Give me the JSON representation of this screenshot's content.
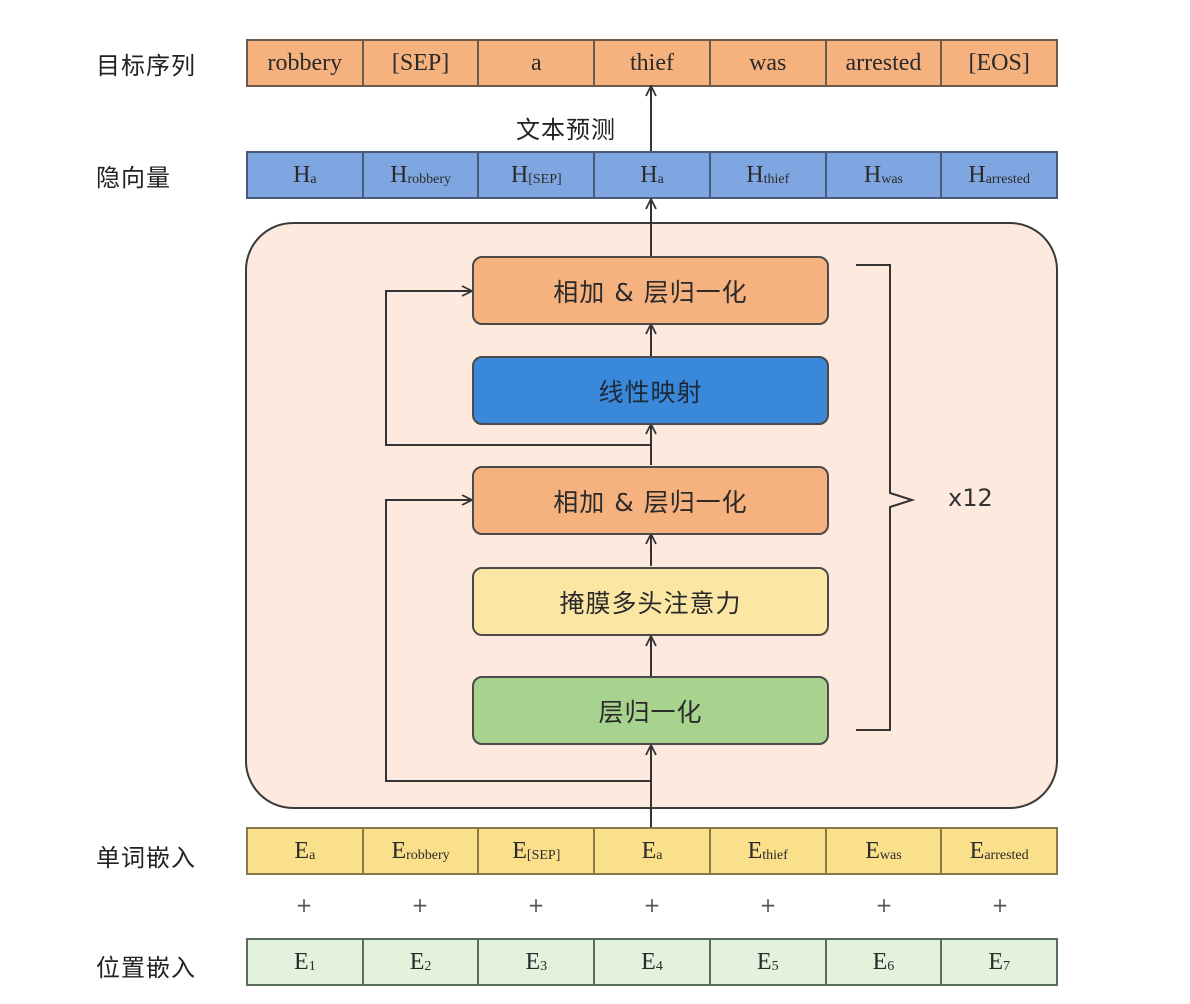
{
  "labels": {
    "target": "目标序列",
    "hidden": "隐向量",
    "word_embed": "单词嵌入",
    "pos_embed": "位置嵌入",
    "text_predict": "文本预测",
    "repeat": "x12"
  },
  "target_tokens": [
    "robbery",
    "[SEP]",
    "a",
    "thief",
    "was",
    "arrested",
    "[EOS]"
  ],
  "hidden_vectors": [
    {
      "base": "H",
      "sub": "a"
    },
    {
      "base": "H",
      "sub": "robbery"
    },
    {
      "base": "H",
      "sub": "[SEP]"
    },
    {
      "base": "H",
      "sub": "a"
    },
    {
      "base": "H",
      "sub": "thief"
    },
    {
      "base": "H",
      "sub": "was"
    },
    {
      "base": "H",
      "sub": "arrested"
    }
  ],
  "word_embeddings": [
    {
      "base": "E",
      "sub": "a"
    },
    {
      "base": "E",
      "sub": "robbery"
    },
    {
      "base": "E",
      "sub": "[SEP]"
    },
    {
      "base": "E",
      "sub": "a"
    },
    {
      "base": "E",
      "sub": "thief"
    },
    {
      "base": "E",
      "sub": "was"
    },
    {
      "base": "E",
      "sub": "arrested"
    }
  ],
  "position_embeddings": [
    {
      "base": "E",
      "sub": "1"
    },
    {
      "base": "E",
      "sub": "2"
    },
    {
      "base": "E",
      "sub": "3"
    },
    {
      "base": "E",
      "sub": "4"
    },
    {
      "base": "E",
      "sub": "5"
    },
    {
      "base": "E",
      "sub": "6"
    },
    {
      "base": "E",
      "sub": "7"
    }
  ],
  "plus_sign": "+",
  "layers": {
    "add_norm_top": "相加 & 层归一化",
    "linear": "线性映射",
    "add_norm_mid": "相加 & 层归一化",
    "masked_attention": "掩膜多头注意力",
    "layer_norm": "层归一化"
  },
  "colors": {
    "target_fill": "#f6b27e",
    "hidden_fill": "#7fa6e1",
    "word_fill": "#fbe08c",
    "pos_fill": "#e3f2dd",
    "block_bg": "#fde9dd",
    "linear_fill": "#3a88d9",
    "attention_fill": "#fbe6a3",
    "norm_fill": "#a8d38e"
  }
}
